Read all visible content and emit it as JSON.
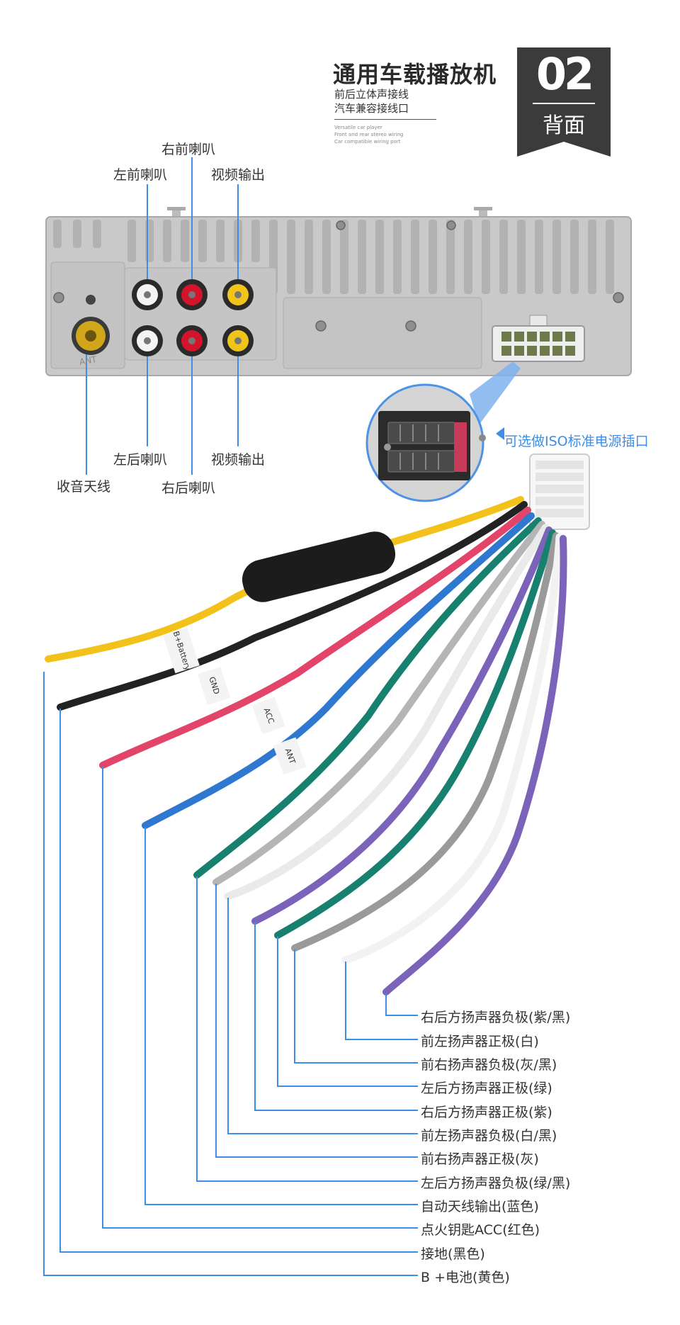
{
  "header": {
    "title": "通用车载播放机",
    "subtitle_1": "前后立体声接线",
    "subtitle_2": "汽车兼容接线口",
    "english_1": "Versatile car player",
    "english_2": "Front and rear stereo wiring",
    "english_3": "Car compatible wiring port",
    "badge_number": "02",
    "badge_label": "背面"
  },
  "device": {
    "ant_stamp": "ANT"
  },
  "port_labels": {
    "right_front_speaker": "右前喇叭",
    "left_front_speaker": "左前喇叭",
    "video_out_top": "视频输出",
    "left_rear_speaker": "左后喇叭",
    "video_out_bottom": "视频输出",
    "radio_antenna": "收音天线",
    "right_rear_speaker": "右后喇叭",
    "iso_option": "可选做ISO标准电源插口"
  },
  "wire_tags": {
    "battery": "B+Battery",
    "ground": "GND",
    "acc": "ACC",
    "antenna": "ANT"
  },
  "wire_legend": [
    {
      "label": "右后方扬声器负极(紫/黑)",
      "color": "#7a63b8"
    },
    {
      "label": "前左扬声器正极(白)",
      "color": "#f2f2f2"
    },
    {
      "label": "前右扬声器负极(灰/黑)",
      "color": "#9a9a9a"
    },
    {
      "label": "左后方扬声器正极(绿)",
      "color": "#17806f"
    },
    {
      "label": "右后方扬声器正极(紫)",
      "color": "#7a63b8"
    },
    {
      "label": "前左扬声器负极(白/黑)",
      "color": "#e6e6e6"
    },
    {
      "label": "前右扬声器正极(灰)",
      "color": "#b5b5b5"
    },
    {
      "label": "左后方扬声器负极(绿/黑)",
      "color": "#17806f"
    },
    {
      "label": "自动天线输出(蓝色)",
      "color": "#2f78d0"
    },
    {
      "label": "点火钥匙ACC(红色)",
      "color": "#e3456a"
    },
    {
      "label": "接地(黑色)",
      "color": "#222222"
    },
    {
      "label": "B +电池(黄色)",
      "color": "#f2c21b"
    }
  ],
  "colors": {
    "callout_line": "#3d8ee8",
    "badge_bg": "#3b3b3b",
    "panel": "#c9c9c9"
  }
}
